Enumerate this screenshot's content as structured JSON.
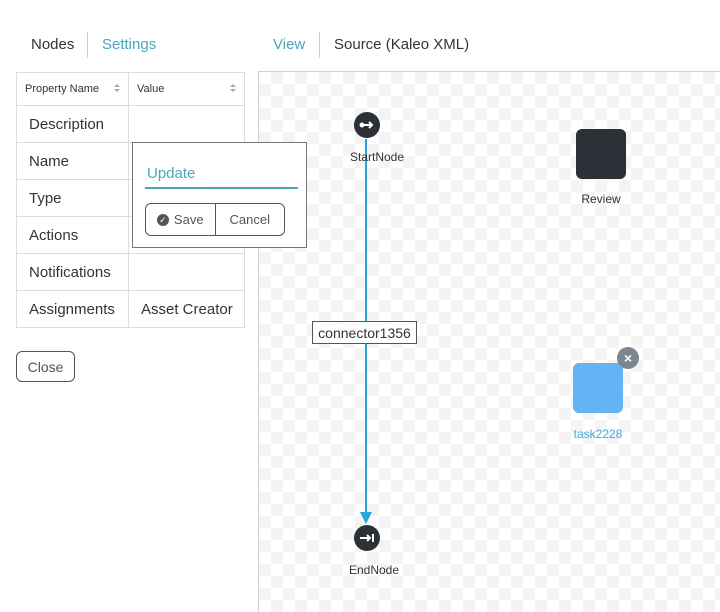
{
  "left_tabs": {
    "nodes": "Nodes",
    "settings": "Settings"
  },
  "right_tabs": {
    "view": "View",
    "source": "Source (Kaleo XML)"
  },
  "properties_table": {
    "headers": [
      "Property Name",
      "Value"
    ],
    "rows": [
      {
        "name": "Description",
        "value": ""
      },
      {
        "name": "Name",
        "value": ""
      },
      {
        "name": "Type",
        "value": ""
      },
      {
        "name": "Actions",
        "value": ""
      },
      {
        "name": "Notifications",
        "value": ""
      },
      {
        "name": "Assignments",
        "value": "Asset Creator"
      }
    ]
  },
  "close_button": "Close",
  "editor_popover": {
    "input_value": "Update",
    "save_label": "Save",
    "cancel_label": "Cancel"
  },
  "canvas": {
    "start_node": "StartNode",
    "end_node": "EndNode",
    "review_node": "Review",
    "task_node": "task2228",
    "connector": "connector1356"
  },
  "colors": {
    "accent": "#4aa7b8",
    "connector": "#2aa4dc",
    "task": "#64b4f5",
    "node": "#2b3137"
  }
}
